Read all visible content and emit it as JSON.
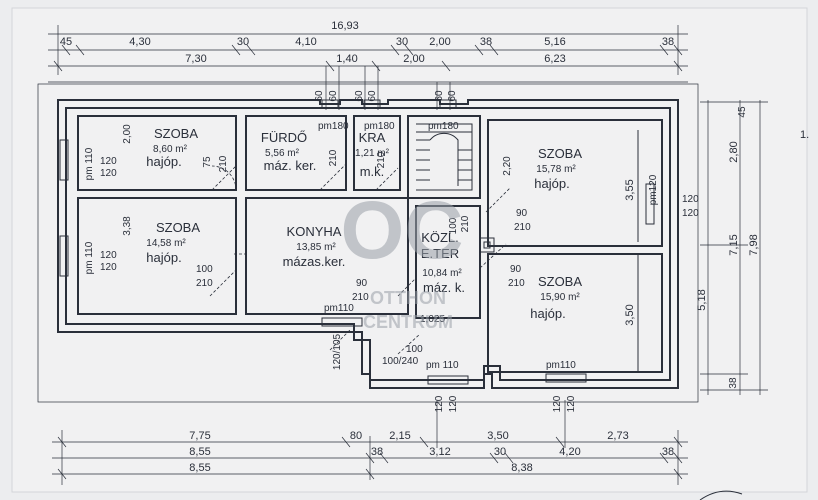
{
  "top_dimensions": {
    "overall": "16,93",
    "row1": [
      "45",
      "4,30",
      "30",
      "4,10",
      "30",
      "2,00",
      "38",
      "5,16",
      "38"
    ],
    "row2": [
      "7,30",
      "1,40",
      "2,00",
      "6,23"
    ],
    "row3": [
      "60",
      "60",
      "60",
      "60",
      "60",
      "60"
    ]
  },
  "right_dimensions": [
    "45",
    "2,80",
    "3,55",
    "7,15",
    "7,98",
    "5,18",
    "3,50",
    "38"
  ],
  "bottom_dimensions": {
    "row1": [
      "7,75",
      "80",
      "2,15",
      "3,50",
      "2,73"
    ],
    "row2": [
      "8,55",
      "38",
      "3,12",
      "30",
      "4,20",
      "38"
    ],
    "row3": [
      "8,55",
      "8,38"
    ]
  },
  "rooms": [
    {
      "name": "SZOBA",
      "area": "8,60 m²",
      "floor": "hajóp."
    },
    {
      "name": "FÜRDŐ",
      "area": "5,56 m²",
      "floor": "máz. ker."
    },
    {
      "name": "KRA",
      "area": "1,21 m²",
      "floor": "m.k."
    },
    {
      "name": "SZOBA",
      "area": "15,78 m²",
      "floor": "hajóp."
    },
    {
      "name": "SZOBA",
      "area": "14,58 m²",
      "floor": "hajóp."
    },
    {
      "name": "KONYHA",
      "area": "13,85 m²",
      "floor": "mázas.ker."
    },
    {
      "name": "KÖZL.",
      "name2": "E.TER",
      "area": "10,84 m²",
      "floor": "máz. k."
    },
    {
      "name": "SZOBA",
      "area": "15,90 m²",
      "floor": "hajóp."
    }
  ],
  "openings": {
    "pm180_a": "pm180",
    "pm180_b": "pm180",
    "pm180_c": "pm180",
    "pm110_a": "pm 110",
    "pm110_b": "pm 110",
    "pm110_c": "pm110",
    "pm110_d": "pm 110",
    "pm110_e": "pm110",
    "pm120": "pm120",
    "w120_120": "120",
    "door_75": "75",
    "door_210": "210",
    "door_90": "90",
    "door_100": "100",
    "door_2_20": "2,20",
    "door_2_00": "2,00",
    "door_3_38": "3,38",
    "frac_120_120": "120/120",
    "frac_100_210": "100/210",
    "frac_90_210": "90/210",
    "frac_100_240": "100/240",
    "frac_120_105": "120/105",
    "val_1025": "1,025"
  },
  "watermark": {
    "logo": "OC",
    "line1": "OTTHON",
    "line2": "CENTRUM"
  },
  "colors": {
    "ink": "#2a2f3a",
    "paper": "#ecedef",
    "watermark": "#9aa0a8"
  }
}
